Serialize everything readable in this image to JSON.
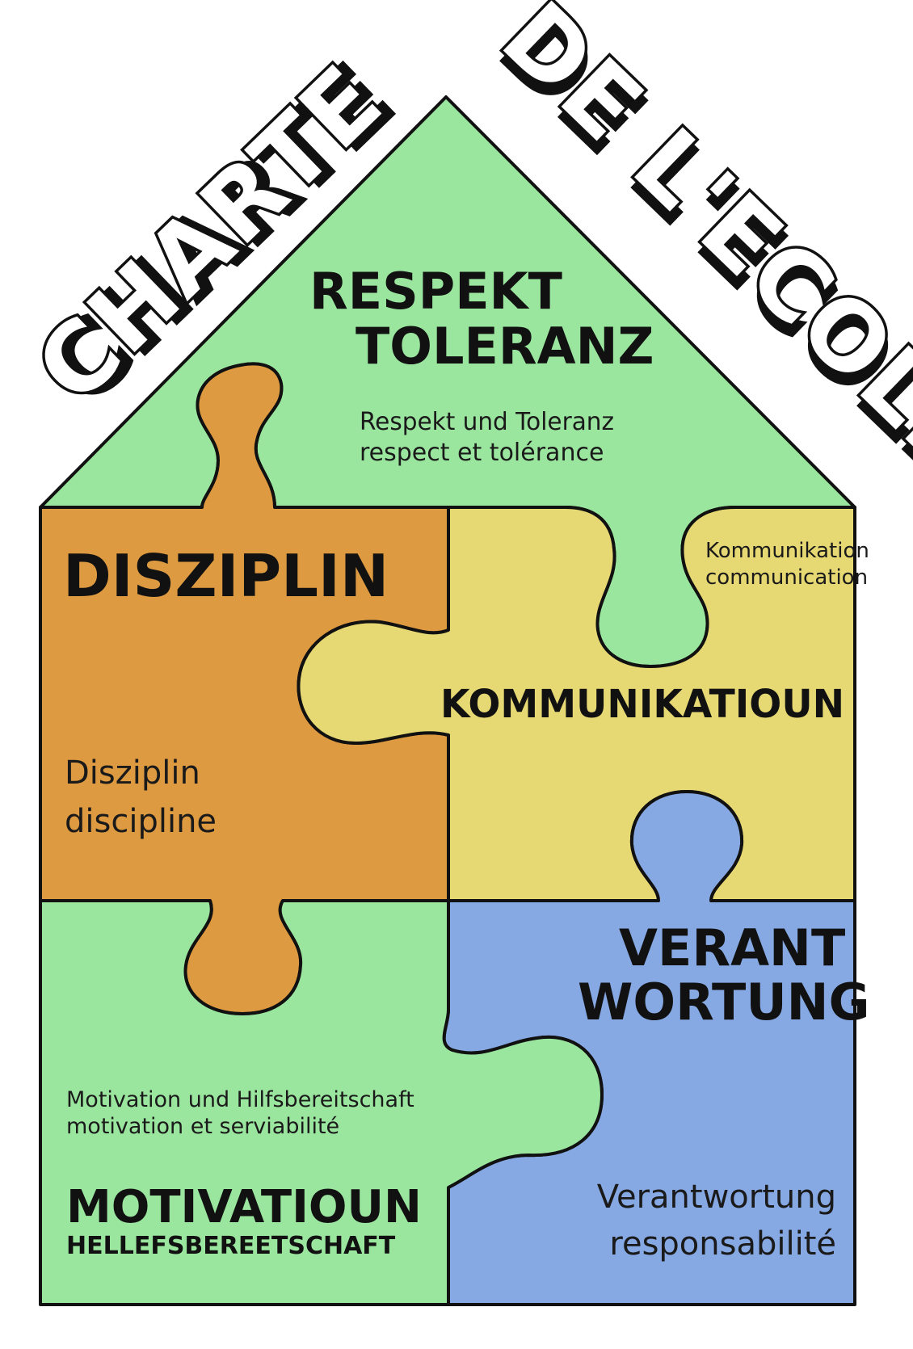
{
  "title": {
    "left": "CHARTE",
    "right": "DE L'ECOLE"
  },
  "colors": {
    "green": "#9be69f",
    "orange": "#de9a40",
    "yellow": "#e6d873",
    "blue": "#86a8e3",
    "outline": "#111111"
  },
  "pieces": {
    "respekt": {
      "heading_1": "RESPEKT",
      "heading_2": "TOLERANZ",
      "sub_1": "Respekt und Toleranz",
      "sub_2": "respect et tolérance"
    },
    "disziplin": {
      "heading_1": "DISZIPLIN",
      "sub_1": "Disziplin",
      "sub_2": "discipline"
    },
    "kommunikatioun": {
      "heading_1": "KOMMUNIKATIOUN",
      "sub_1": "Kommunikation",
      "sub_2": "communication"
    },
    "verantwortung": {
      "heading_1": "VERANT",
      "heading_2": "WORTUNG",
      "sub_1": "Verantwortung",
      "sub_2": "responsabilité"
    },
    "motivatioun": {
      "heading_1": "MOTIVATIOUN",
      "heading_2": "HELLEFSBEREETSCHAFT",
      "sub_1": "Motivation und Hilfsbereitschaft",
      "sub_2": "motivation et serviabilité"
    }
  }
}
